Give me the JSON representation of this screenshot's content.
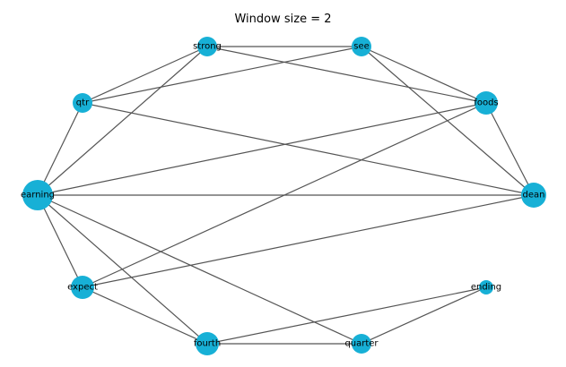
{
  "title": "Window size = 2",
  "node_color": "#17b0d6",
  "edge_color": "#555555",
  "nodes": [
    {
      "id": "strong",
      "label": "strong"
    },
    {
      "id": "see",
      "label": "see"
    },
    {
      "id": "qtr",
      "label": "qtr"
    },
    {
      "id": "foods",
      "label": "foods"
    },
    {
      "id": "earning",
      "label": "earning"
    },
    {
      "id": "dean",
      "label": "dean"
    },
    {
      "id": "expect",
      "label": "expect"
    },
    {
      "id": "ending",
      "label": "ending"
    },
    {
      "id": "fourth",
      "label": "fourth"
    },
    {
      "id": "quarter",
      "label": "quarter"
    }
  ],
  "edges": [
    [
      "strong",
      "see"
    ],
    [
      "strong",
      "foods"
    ],
    [
      "strong",
      "qtr"
    ],
    [
      "strong",
      "earning"
    ],
    [
      "see",
      "qtr"
    ],
    [
      "see",
      "foods"
    ],
    [
      "see",
      "dean"
    ],
    [
      "qtr",
      "earning"
    ],
    [
      "qtr",
      "dean"
    ],
    [
      "foods",
      "earning"
    ],
    [
      "foods",
      "dean"
    ],
    [
      "foods",
      "expect"
    ],
    [
      "earning",
      "dean"
    ],
    [
      "earning",
      "expect"
    ],
    [
      "earning",
      "fourth"
    ],
    [
      "earning",
      "quarter"
    ],
    [
      "dean",
      "expect"
    ],
    [
      "expect",
      "fourth"
    ],
    [
      "fourth",
      "quarter"
    ],
    [
      "fourth",
      "ending"
    ],
    [
      "quarter",
      "ending"
    ]
  ]
}
